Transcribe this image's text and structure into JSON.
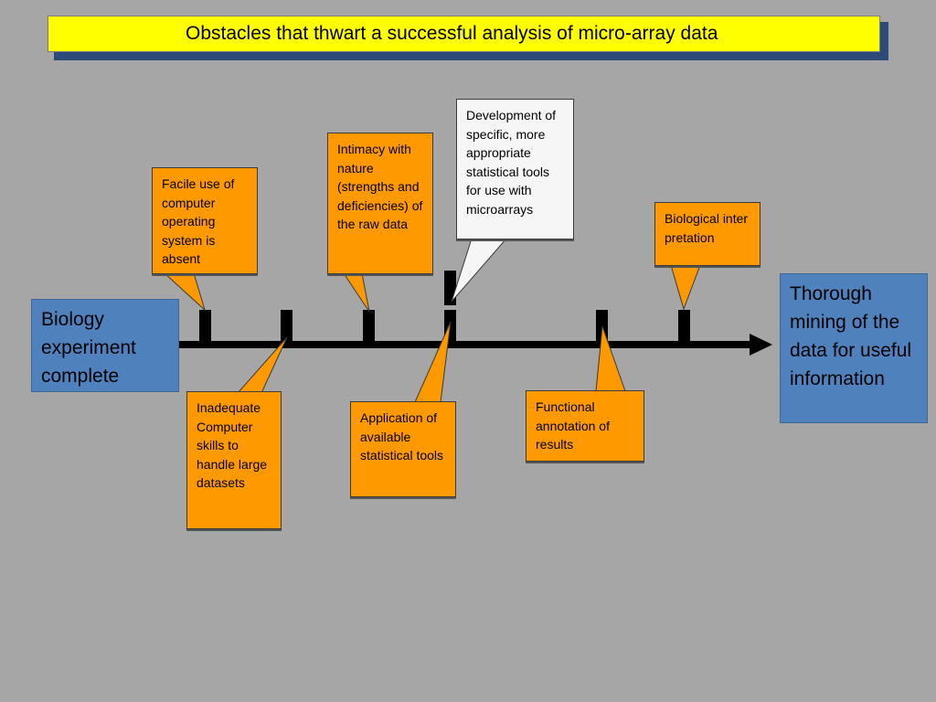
{
  "title": "Obstacles that thwart a successful analysis of micro-array data",
  "start_box": "Biology experiment complete",
  "end_box": "Thorough mining of the data for useful information",
  "callouts_above": [
    {
      "text": "Facile use of computer operating system is absent"
    },
    {
      "text": "Intimacy with nature (strengths and deficiencies) of the raw data"
    },
    {
      "text": "Development of specific, more appropriate statistical tools for use with microarrays"
    },
    {
      "text": "Biological interpretation"
    }
  ],
  "callouts_below": [
    {
      "text": "Inadequate Computer skills to handle large datasets"
    },
    {
      "text": "Application of available statistical tools"
    },
    {
      "text": "Functional annotation of results"
    }
  ],
  "colors": {
    "background": "#a6a6a6",
    "title_fill": "#ffff00",
    "title_shadow": "#2e4a78",
    "callout_fill": "#ff9900",
    "callout_white_fill": "#f6f6f6",
    "endpoint_fill": "#4f81bd",
    "timeline": "#000000"
  }
}
